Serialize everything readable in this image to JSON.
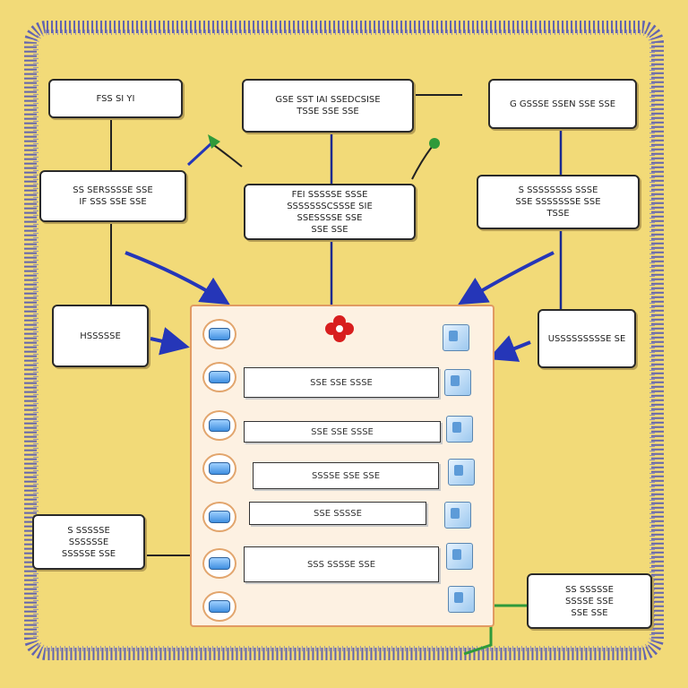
{
  "colors": {
    "background": "#f2da78",
    "frame": "#4a4fb8",
    "arrow": "#2536b8",
    "panel_border": "#e19a62",
    "connector_green": "#2f9a3a",
    "node_red": "#d81e1e"
  },
  "icons": {
    "flower_node": "flower-icon",
    "left_nodes": "pill-bubble-icon",
    "right_nodes": "storage-cube-icon"
  },
  "boxes": {
    "top_left": [
      "FSS SI YI"
    ],
    "top_center": [
      "GSE SST IAI SSEDCSISE",
      "TSSE SSE SSE"
    ],
    "top_right": [
      "G GSSSE SSEN SSE SSE"
    ],
    "left_mid": [
      "SS SERSSSSE SSE",
      "IF SSS SSE SSE"
    ],
    "center_mid": [
      "FEI SSSSSE SSSE",
      "SSSSSSSCSSSE SIE",
      "SSESSSSE SSE",
      "SSE SSE"
    ],
    "right_mid": [
      "S SSSSSSSS SSSE",
      "SSE SSSSSSSE SSE",
      "TSSE"
    ],
    "left_lower": [
      "HSSSSSE"
    ],
    "right_lower": [
      "USSSSSSSSSE SE"
    ],
    "bottom_left": [
      "S SSSSSE",
      "SSSSSSE",
      "SSSSSE SSE"
    ],
    "bottom_right": [
      "SS SSSSSE",
      "SSSSE SSE",
      "SSE SSE"
    ]
  },
  "panel_rows": [
    "SSE SSE SSSE",
    "SSE SSE SSSE",
    "SSSSE SSE SSE",
    "SSE SSSSE",
    "SSS SSSSE SSE"
  ]
}
